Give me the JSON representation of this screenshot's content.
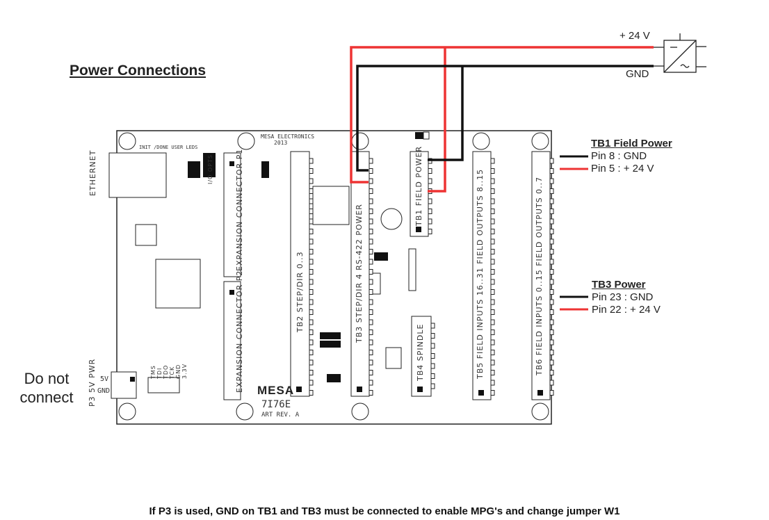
{
  "title": "Power Connections",
  "power_supply": {
    "plus_label": "+ 24 V",
    "gnd_label": "GND",
    "icon": "dc-ac-converter-icon"
  },
  "tb1": {
    "header": "TB1 Field Power",
    "pins": [
      "Pin 8 : GND",
      "Pin 5 : + 24 V"
    ]
  },
  "tb3": {
    "header": "TB3 Power",
    "pins": [
      "Pin 23 : GND",
      "Pin 22 : + 24 V"
    ]
  },
  "p3_note": {
    "line1": "Do not",
    "line2": "connect"
  },
  "footer": "If P3 is used, GND on TB1 and TB3 must be connected to enable MPG's and change jumper W1",
  "wire_colors": {
    "positive": "#ee3333",
    "ground": "#111111"
  },
  "board": {
    "maker": "MESA ELECTRONICS",
    "year": "2013",
    "logo": "MESA",
    "model": "7I76E",
    "revision": "ART REV. A",
    "ethernet": "ETHERNET",
    "p1": "EXPANSION CONNECTOR P1",
    "p2": "EXPANSION CONNECTOR P2",
    "tb2": "TB2 STEP/DIR 0..3",
    "tb3": "TB3 STEP/DIR 4 RS-422 POWER",
    "tb1": "TB1 FIELD POWER",
    "tb4": "TB4 SPINDLE",
    "tb5": "TB5 FIELD INPUTS 16..31 FIELD OUTPUTS 8..15",
    "tb6": "TB6 FIELD INPUTS 0..15 FIELD OUTPUTS 0..7",
    "p3": "P3 5V PWR",
    "p3_5v": "5V",
    "p3_gnd": "GND",
    "jtag": [
      "TMS",
      "TDI",
      "TDO",
      "TCK",
      "GND",
      "3.3V"
    ],
    "io_opts": "I/O OPTS",
    "leds": "INIT /DONE USER LEDS"
  }
}
